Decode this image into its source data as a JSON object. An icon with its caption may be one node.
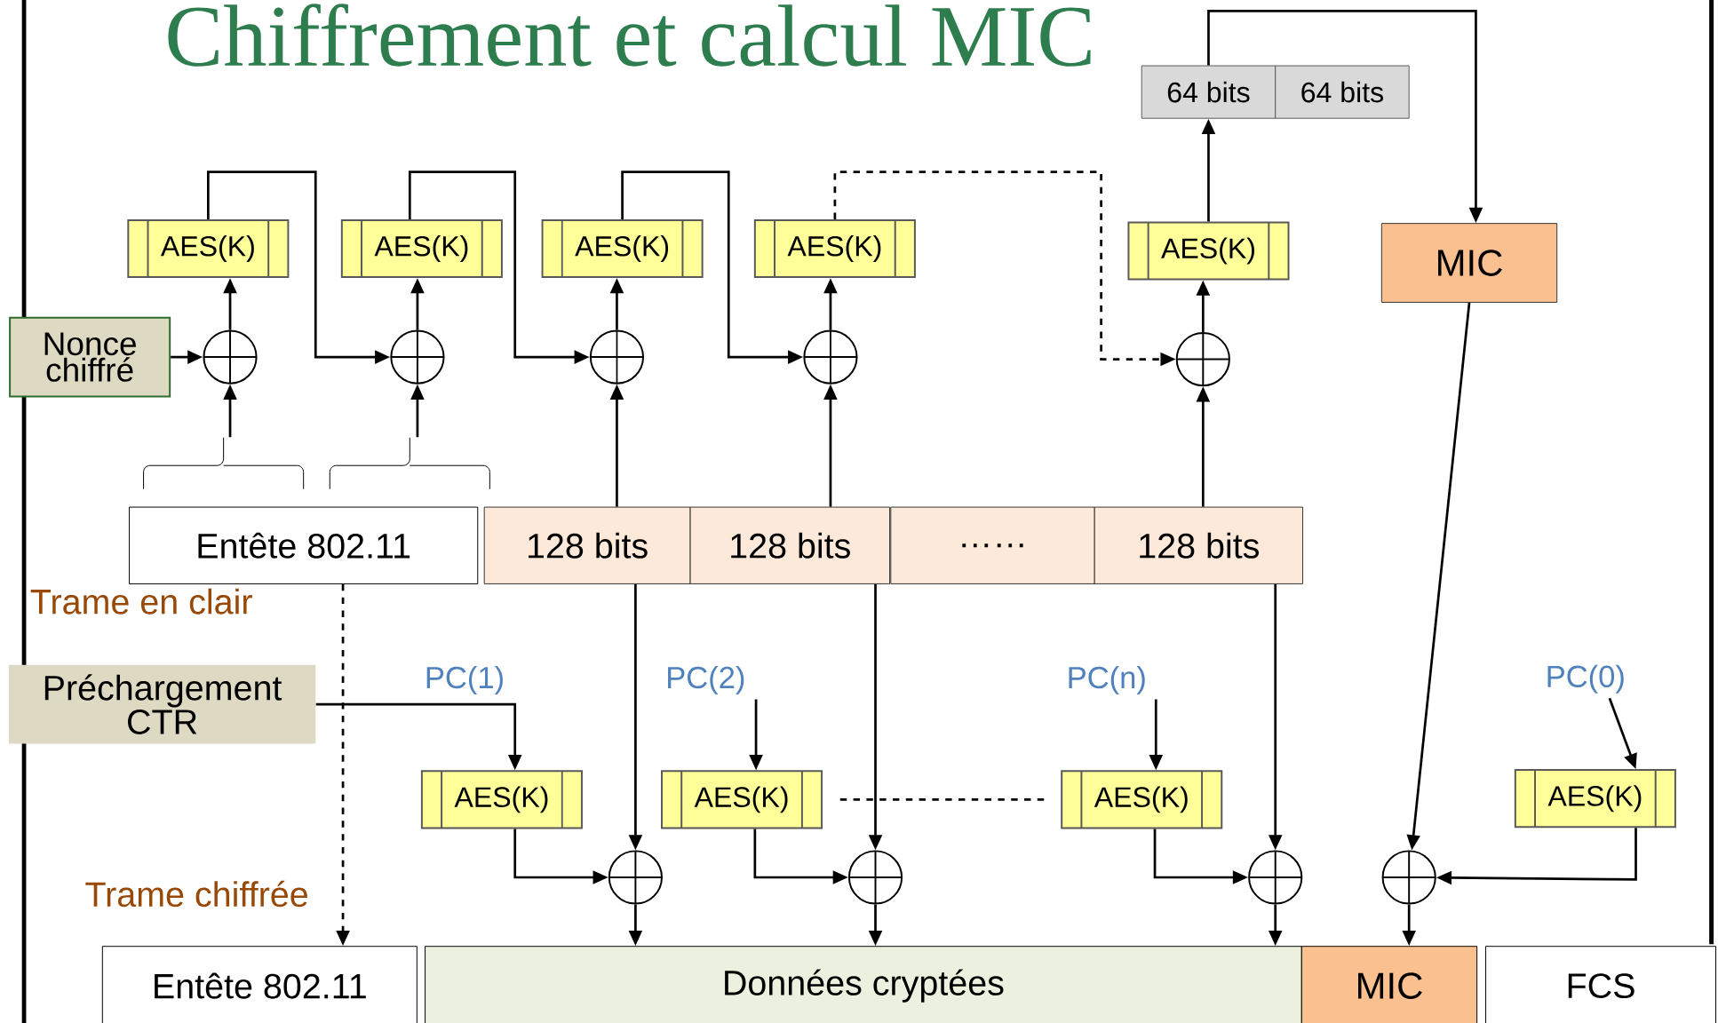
{
  "diagram": {
    "title": "Chiffrement et calcul MIC",
    "nodes": [
      {
        "text": [
          "64 bits"
        ]
      },
      {
        "text": [
          "64 bits"
        ]
      },
      {
        "text": [
          "AES(K)"
        ]
      },
      {
        "text": [
          "AES(K)"
        ]
      },
      {
        "text": [
          "AES(K)"
        ]
      },
      {
        "text": [
          "AES(K)"
        ]
      },
      {
        "text": [
          "AES(K)"
        ]
      },
      {
        "text": [
          "MIC"
        ]
      },
      {
        "text": [
          "Nonce chiffré"
        ]
      },
      {
        "text": [],
        "shape": "circle"
      },
      {
        "text": [],
        "shape": "circle"
      },
      {
        "text": [],
        "shape": "circle"
      },
      {
        "text": [],
        "shape": "circle"
      },
      {
        "text": [],
        "shape": "circle"
      },
      {
        "text": [],
        "shape": "brace"
      },
      {
        "text": [],
        "shape": "brace"
      },
      {
        "text": [
          "Entête 802.11"
        ]
      },
      {
        "text": [
          "128 bits"
        ]
      },
      {
        "text": [
          "128 bits"
        ]
      },
      {
        "text": [
          "……"
        ]
      },
      {
        "text": [
          "128 bits"
        ]
      },
      {
        "text": [
          "Préchargement CTR"
        ]
      },
      {
        "text": [
          "AES(K)"
        ]
      },
      {
        "text": [
          "AES(K)"
        ]
      },
      {
        "text": [
          "AES(K)"
        ]
      },
      {
        "text": [
          "AES(K)"
        ]
      },
      {
        "text": [],
        "shape": "circle"
      },
      {
        "text": [],
        "shape": "circle"
      },
      {
        "text": [],
        "shape": "circle"
      },
      {
        "text": [],
        "shape": "circle"
      },
      {
        "text": [
          "Entête 802.11"
        ]
      },
      {
        "text": [
          "Données cryptées"
        ]
      },
      {
        "text": [
          "MIC"
        ]
      },
      {
        "text": [
          "FCS"
        ]
      },
      {
        "text": [
          "PC(1)"
        ]
      },
      {
        "text": [
          "PC(2)"
        ]
      },
      {
        "text": [
          "PC(n)"
        ]
      },
      {
        "text": [
          "PC(0)"
        ]
      }
    ],
    "edges": [
      {
        "from": 8,
        "to": 9,
        "arrow": "to"
      },
      {
        "from": 2,
        "to": 10,
        "arrow": "to"
      },
      {
        "from": 3,
        "to": 11,
        "arrow": "to"
      },
      {
        "from": 4,
        "to": 12,
        "arrow": "to"
      },
      {
        "from": 5,
        "to": 13,
        "arrow": "to",
        "style": "dashed"
      },
      {
        "from": 9,
        "to": 2,
        "arrow": "to"
      },
      {
        "from": 10,
        "to": 3,
        "arrow": "to"
      },
      {
        "from": 11,
        "to": 4,
        "arrow": "to"
      },
      {
        "from": 12,
        "to": 5,
        "arrow": "to"
      },
      {
        "from": 13,
        "to": 6,
        "arrow": "to"
      },
      {
        "from": 14,
        "to": 9,
        "arrow": "to"
      },
      {
        "from": 15,
        "to": 10,
        "arrow": "to"
      },
      {
        "from": 17,
        "to": 11,
        "arrow": "to"
      },
      {
        "from": 18,
        "to": 12,
        "arrow": "to"
      },
      {
        "from": 20,
        "to": 13,
        "arrow": "to"
      },
      {
        "from": 6,
        "to": 0,
        "arrow": "to"
      },
      {
        "from": 0,
        "to": 7,
        "arrow": "to"
      },
      {
        "from": 7,
        "to": 29,
        "arrow": "to"
      },
      {
        "from": 16,
        "to": 30,
        "arrow": "to",
        "style": "dashed"
      },
      {
        "from": 17,
        "to": 26,
        "arrow": "to"
      },
      {
        "from": 18,
        "to": 27,
        "arrow": "to"
      },
      {
        "from": 20,
        "to": 28,
        "arrow": "to"
      },
      {
        "from": 21,
        "to": 22,
        "arrow": "to"
      },
      {
        "from": 35,
        "to": 23,
        "arrow": "to"
      },
      {
        "from": 36,
        "to": 24,
        "arrow": "to"
      },
      {
        "from": 37,
        "to": 25,
        "arrow": "to"
      },
      {
        "from": 22,
        "to": 26,
        "arrow": "to"
      },
      {
        "from": 23,
        "to": 27,
        "arrow": "to"
      },
      {
        "from": 24,
        "to": 28,
        "arrow": "to"
      },
      {
        "from": 25,
        "to": 29,
        "arrow": "to"
      },
      {
        "from": 26,
        "to": 31,
        "arrow": "to"
      },
      {
        "from": 27,
        "to": 31,
        "arrow": "to"
      },
      {
        "from": 28,
        "to": 31,
        "arrow": "to"
      },
      {
        "from": 29,
        "to": 32,
        "arrow": "to"
      },
      {
        "from": 23,
        "to": 24,
        "arrow": "none",
        "style": "dashed"
      }
    ],
    "labels": [
      "Trame en clair",
      "Trame chiffrée"
    ]
  }
}
